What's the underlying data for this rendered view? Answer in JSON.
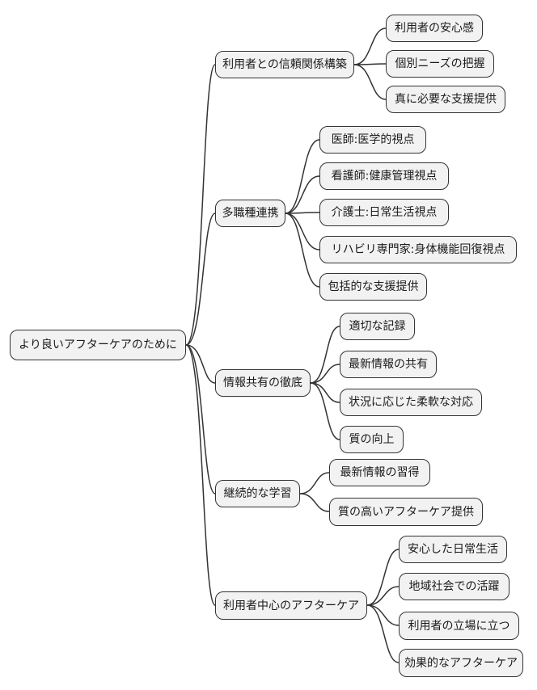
{
  "mindmap": {
    "root": {
      "label": "より良いアフターケアのために"
    },
    "branches": [
      {
        "label": "利用者との信頼関係構築",
        "children": [
          {
            "label": "利用者の安心感"
          },
          {
            "label": "個別ニーズの把握"
          },
          {
            "label": "真に必要な支援提供"
          }
        ]
      },
      {
        "label": "多職種連携",
        "children": [
          {
            "label": "医師:医学的視点"
          },
          {
            "label": "看護師:健康管理視点"
          },
          {
            "label": "介護士:日常生活視点"
          },
          {
            "label": "リハビリ専門家:身体機能回復視点"
          },
          {
            "label": "包括的な支援提供"
          }
        ]
      },
      {
        "label": "情報共有の徹底",
        "children": [
          {
            "label": "適切な記録"
          },
          {
            "label": "最新情報の共有"
          },
          {
            "label": "状況に応じた柔軟な対応"
          },
          {
            "label": "質の向上"
          }
        ]
      },
      {
        "label": "継続的な学習",
        "children": [
          {
            "label": "最新情報の習得"
          },
          {
            "label": "質の高いアフターケア提供"
          }
        ]
      },
      {
        "label": "利用者中心のアフターケア",
        "children": [
          {
            "label": "安心した日常生活"
          },
          {
            "label": "地域社会での活躍"
          },
          {
            "label": "利用者の立場に立つ"
          },
          {
            "label": "効果的なアフターケア"
          }
        ]
      }
    ]
  },
  "colors": {
    "background": "#ffffff",
    "node_fill": "#f2f2f2",
    "node_border": "#333333",
    "edge": "#333333",
    "text": "#1a1a1a"
  }
}
